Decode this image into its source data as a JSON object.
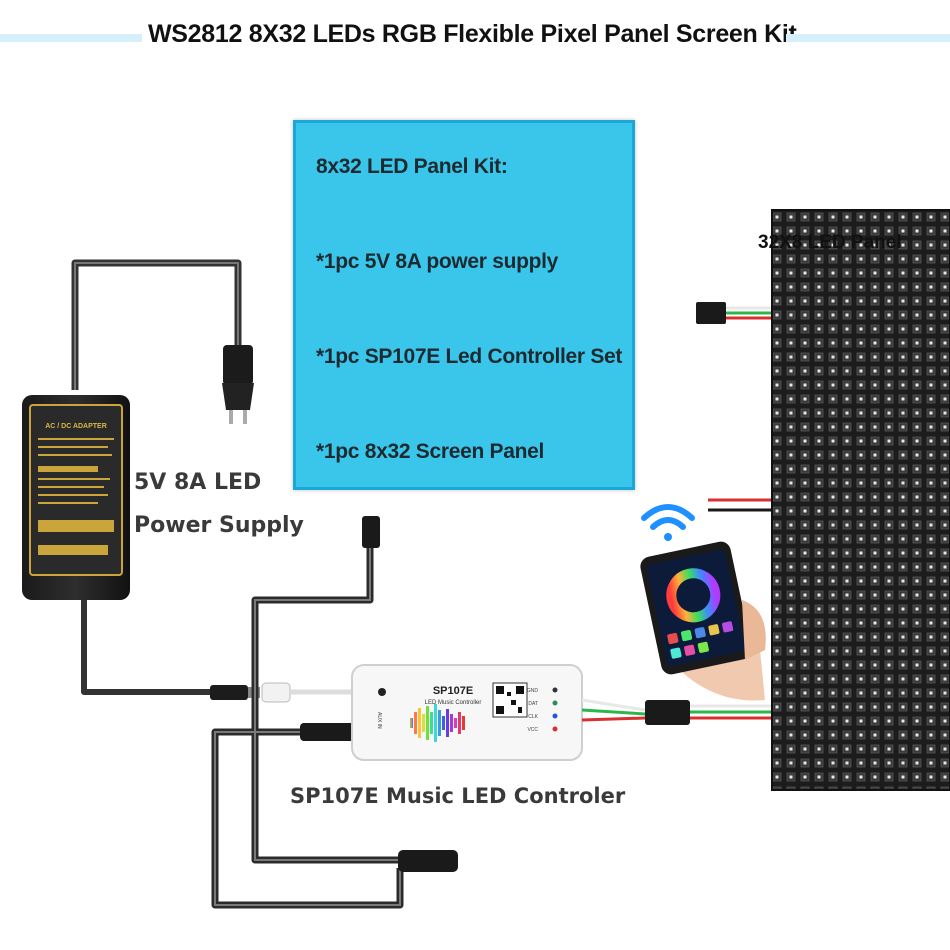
{
  "title": "WS2812 8X32 LEDs RGB Flexible Pixel Panel Screen Kit",
  "kit_box": {
    "heading": "8x32 LED Panel Kit:",
    "items": [
      "*1pc 5V 8A power supply",
      "*1pc SP107E Led Controller Set",
      "*1pc 8x32 Screen Panel"
    ]
  },
  "power_supply": {
    "label_line1": "5V 8A LED",
    "label_line2": "Power Supply",
    "adapter_text": "AC / DC ADAPTER"
  },
  "controller": {
    "label": "SP107E Music LED Controler",
    "device_name": "SP107E",
    "device_subtitle": "LED Music Controller",
    "pins": [
      "GND",
      "DAT",
      "CLK",
      "VCC"
    ],
    "side_text": "AUX IN"
  },
  "panel": {
    "label": "32X8 LED Panel"
  },
  "colors": {
    "kit_box_fill": "#39c6ea",
    "kit_box_border": "#1aa8d8",
    "title_accent": "#d6f0fb",
    "label_text": "#3a3a3a",
    "wifi_icon": "#1e90ff",
    "panel": "#1a1a1a"
  }
}
